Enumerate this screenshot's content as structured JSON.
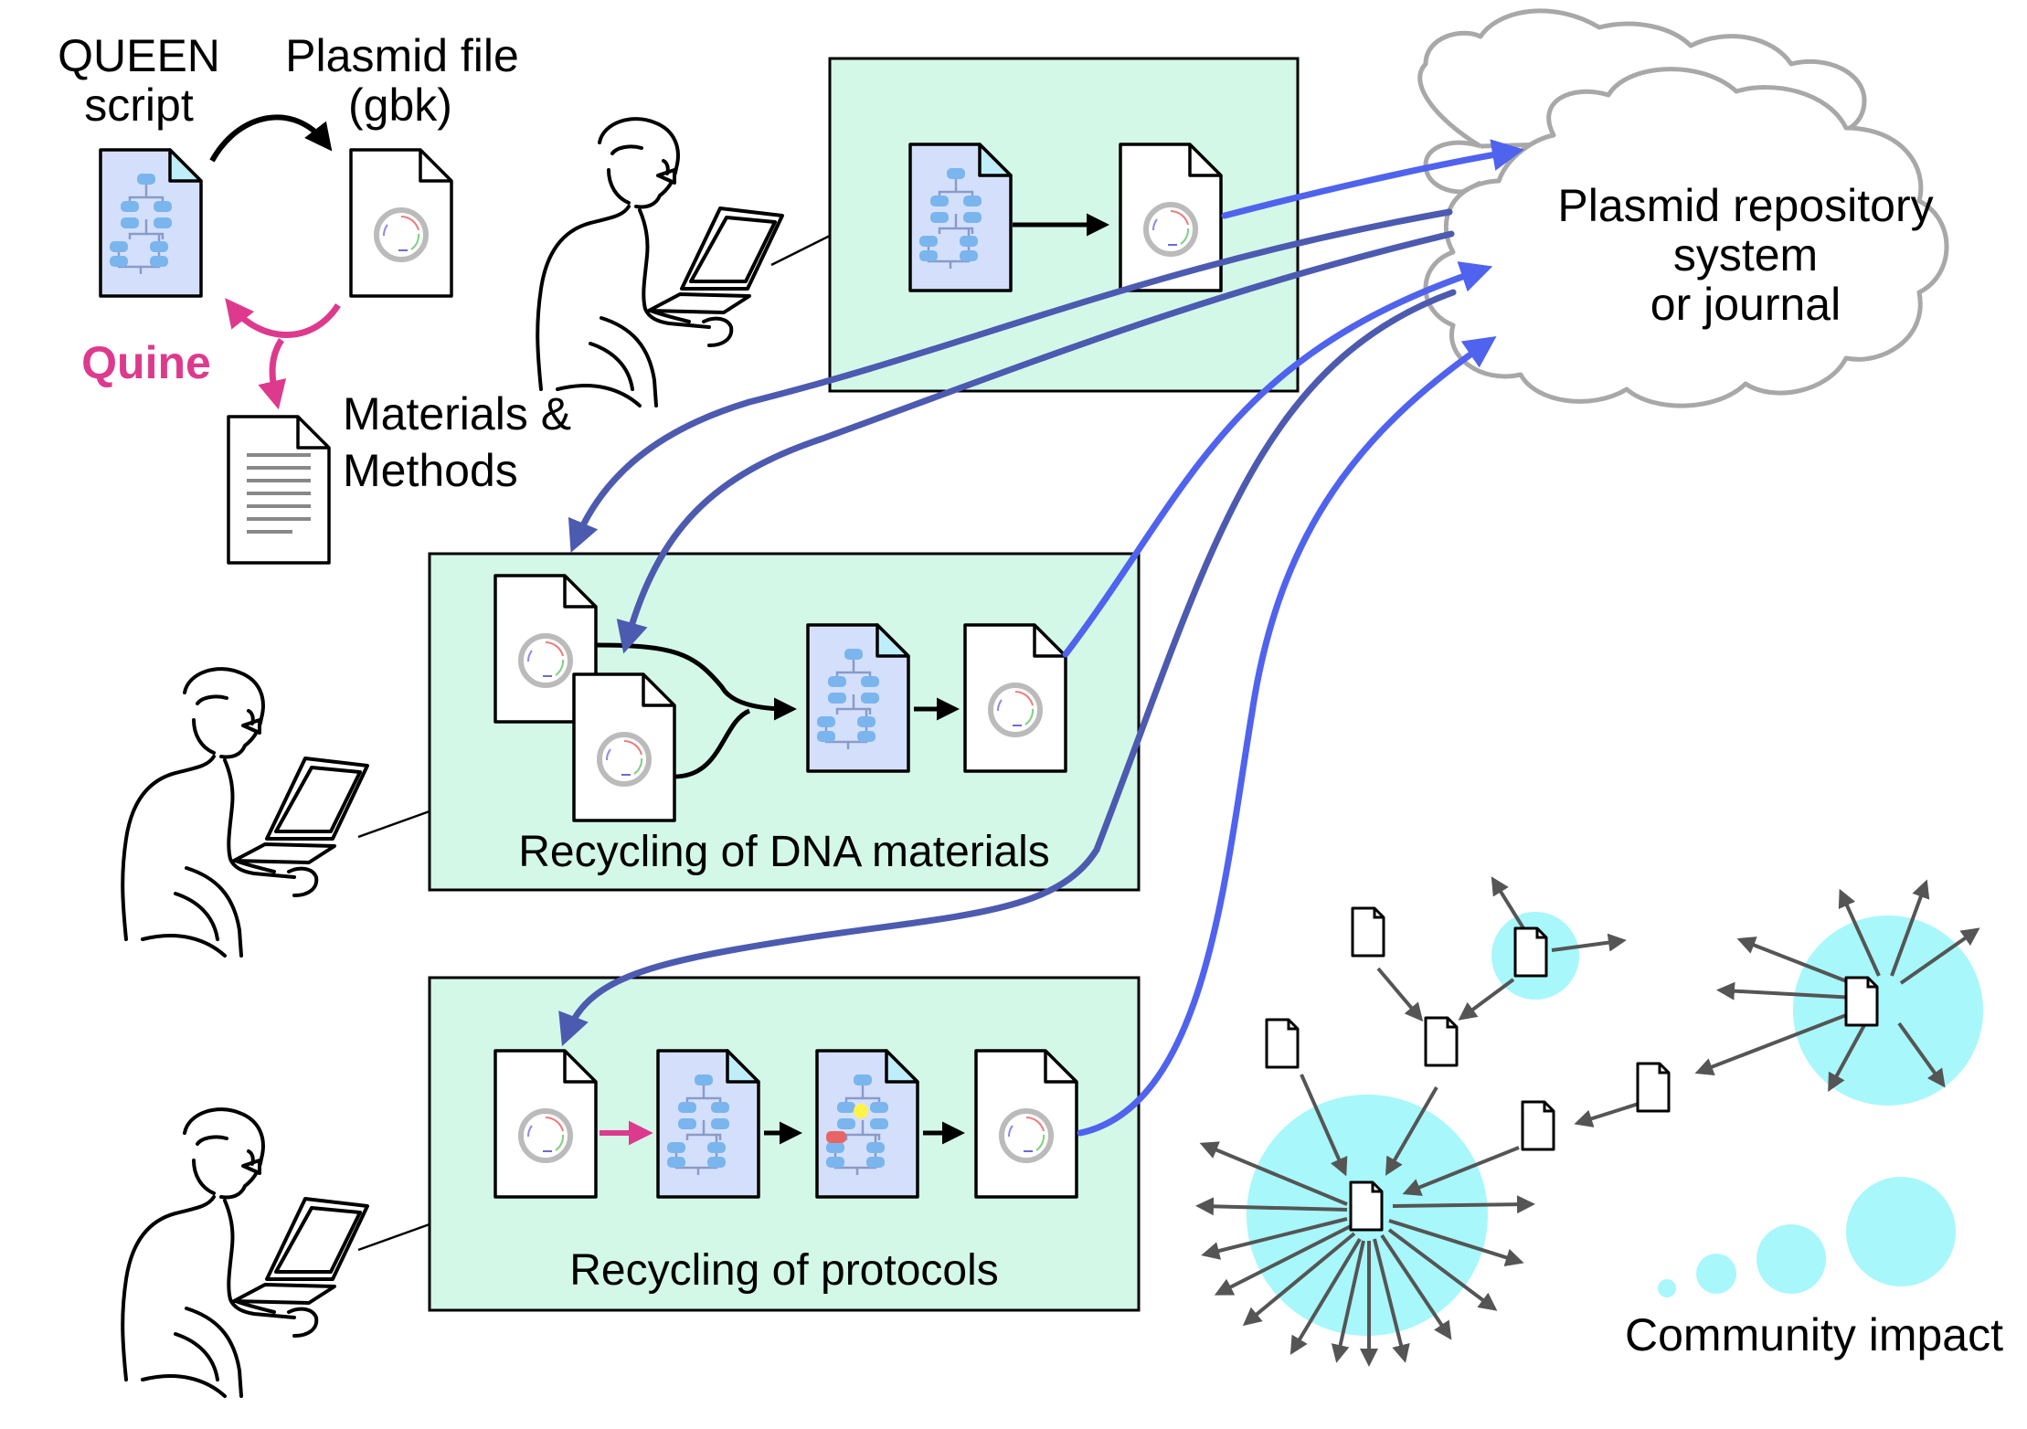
{
  "labels": {
    "queen_line1": "QUEEN",
    "queen_line2": "script",
    "plasmid_line1": "Plasmid file",
    "plasmid_line2": "(gbk)",
    "quine": "Quine",
    "materials_line1": "Materials &",
    "materials_line2": "Methods",
    "repository_line1": "Plasmid repository",
    "repository_line2": "system",
    "repository_line3": "or journal",
    "recycling_dna": "Recycling of DNA materials",
    "recycling_protocols": "Recycling of protocols",
    "community_impact": "Community impact"
  },
  "colors": {
    "panel_fill": "#d3f8e8",
    "script_fill": "#d4e0fb",
    "node_blue": "#7ab5ee",
    "quine_magenta": "#dd3a8d",
    "arrow_blue_bright": "#4f63ee",
    "arrow_blue_dark": "#4c5ab0",
    "bubble_cyan": "#a8f7fb",
    "cloud_grey": "#a8a8a8",
    "network_grey": "#555555"
  }
}
